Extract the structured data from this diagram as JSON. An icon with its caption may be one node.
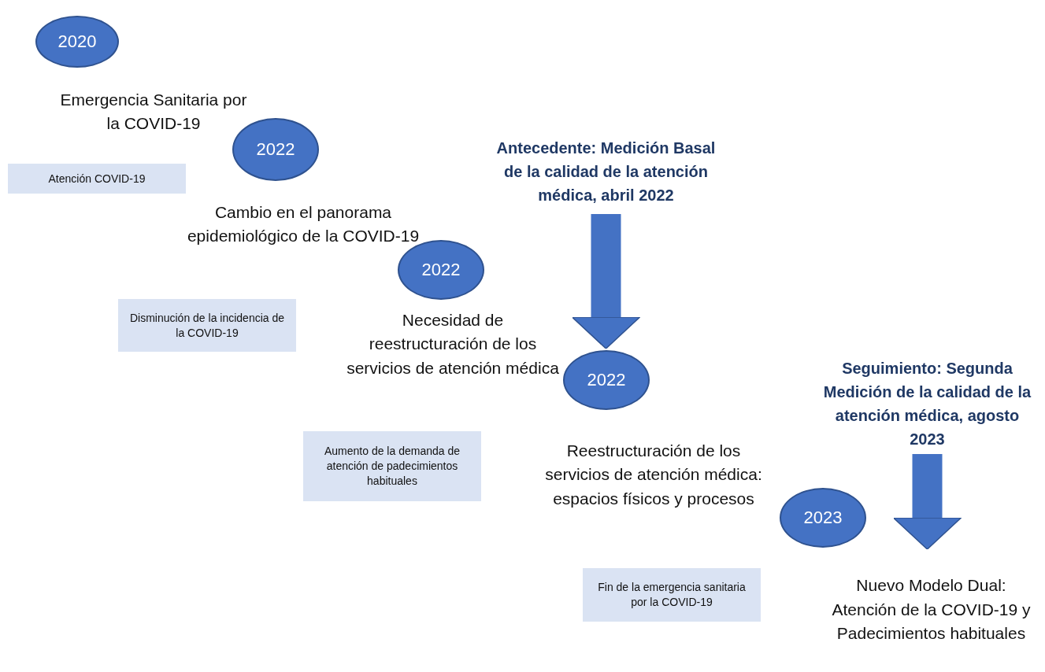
{
  "diagram": {
    "nodes": [
      {
        "text": [
          "2020"
        ]
      },
      {
        "text": [
          "Atención COVID-19"
        ]
      },
      {
        "text": [
          "2022"
        ]
      },
      {
        "text": [
          "Antecedente: Medición Basal de la calidad de la atención médica, abril 2022"
        ]
      },
      {
        "text": [
          "Disminución de la incidencia de la COVID-19"
        ]
      },
      {
        "text": [
          "2022"
        ]
      },
      {
        "text": [
          "Aumento de la demanda de atención de padecimientos habituales"
        ]
      },
      {
        "text": [
          "2022"
        ]
      },
      {
        "text": [
          "Seguimiento: Segunda Medición de la calidad de la atención médica, agosto 2023"
        ]
      },
      {
        "text": [
          "2023"
        ]
      },
      {
        "text": [
          "Fin de la emergencia sanitaria por la COVID-19"
        ]
      },
      {
        "text": [
          "Nuevo Modelo Dual: Atención de la COVID-19 y Padecimientos habituales"
        ]
      }
    ],
    "edges": [
      {
        "from": 3,
        "to": 7,
        "arrow": "to"
      },
      {
        "from": 8,
        "to": 11,
        "arrow": "to"
      }
    ],
    "labels": [
      "Emergencia Sanitaria por la COVID-19",
      "Cambio en el panorama epidemiológico de la COVID-19",
      "Necesidad de reestructuración de los servicios de atención médica",
      "Reestructuración de los servicios de atención médica: espacios físicos y procesos"
    ]
  }
}
